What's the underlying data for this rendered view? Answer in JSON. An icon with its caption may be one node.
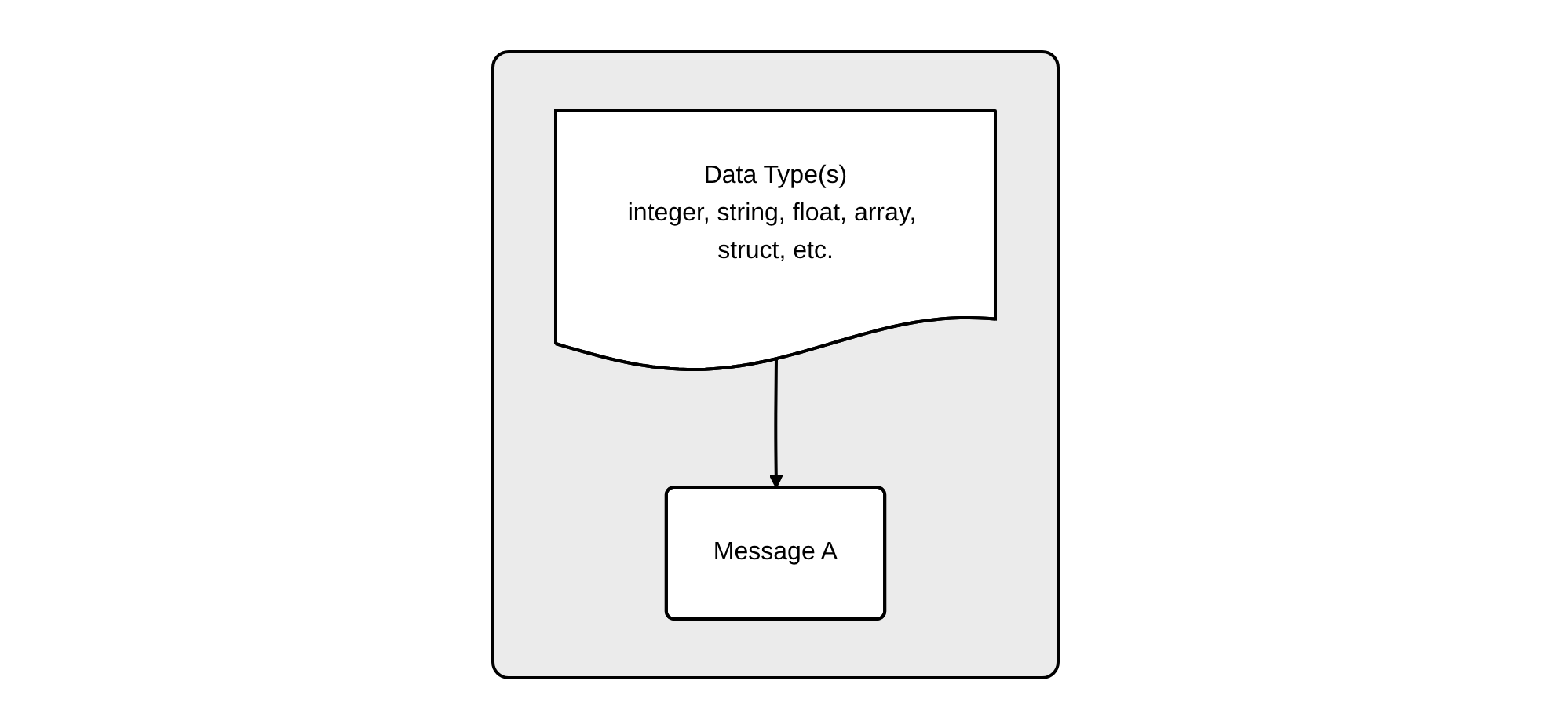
{
  "diagram": {
    "nodes": [
      {
        "text": [],
        "shape": "box"
      },
      {
        "text": [
          "Data Type(s)",
          "integer, string, float, array, struct, etc."
        ],
        "in": 0
      },
      {
        "text": [
          "Message A"
        ],
        "in": 0
      }
    ],
    "edges": [
      {
        "from": 1,
        "to": 2,
        "arrow": "to"
      }
    ]
  }
}
